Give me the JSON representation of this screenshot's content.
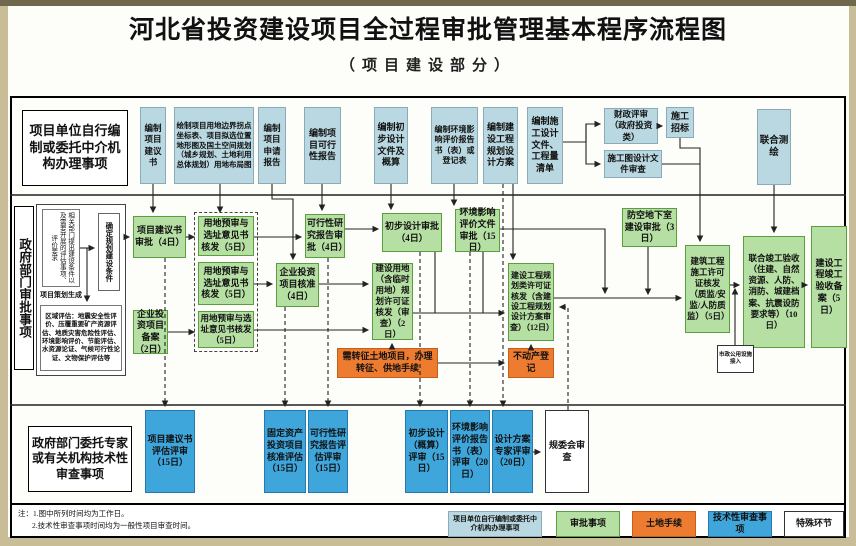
{
  "title": "河北省投资建设项目全过程审批管理基本程序流程图",
  "subtitle": "（项目建设部分）",
  "lanes": {
    "unit": "项目单位自行编制或委托中介机构办理事项",
    "gov": "政府部门审批事项",
    "tech": "政府部门委托专家或有关机构技术性审查事项"
  },
  "prepare": {
    "proposal": "编制项目建议书",
    "boundary": "绘制项目用地边界拐点坐标表、项目拟选位置地形图及国土空间规划（城乡规划、土地利用总体规划）用地布局图",
    "application": "编制项目申请报告",
    "feasibility": "编制项目可行性报告",
    "preliminary": "编制初步设计文件及概算",
    "eia": "编制环境影响评价报告书（表）或登记表",
    "scheme": "编制建设工程规划设计方案",
    "construction_docs": "编制施工设计文件、工程量清单",
    "finance_review": "财政评审（政府投资类）",
    "bidding": "施工招标",
    "drawing_review": "施工图设计文件审查",
    "joint_survey": "联合测绘"
  },
  "planning": {
    "stage_label": "项目策划生成",
    "conditions": "相关部门提出建设条件以及需要开展的评估事项、评价要求",
    "confirm": "确定规划建设条件",
    "regional": "区域评估：地震安全性评价、压覆重要矿产资源评估、地质灾害危险性评估、环境影响评价、节能评估、水资源论证、气候可行性论证、文物保护评估等"
  },
  "approval": {
    "proposal": "项目建议书审批（4日）",
    "pre1": "用地预审与选址意见书核发（5日）",
    "pre2": "用地预审与选址意见书核发（5日）",
    "pre3": "用地预审与选址意见书核发（5日）",
    "feasibility": "可行性研究报告审批（4日）",
    "check": "企业投资项目核准（4日）",
    "record": "企业投资项目备案（2日）",
    "preliminary": "初步设计审批（4日）",
    "eia": "环境影响评价文件审批（15日）",
    "land_permit": "建设用地（含临时用地）规划许可证核发（审查）（2日）",
    "plan_permit": "建设工程规划类许可证核发（含建设工程规划设计方案审查）（12日）",
    "air_defense": "防空地下室建设审批（3日）",
    "construction_permit": "建筑工程施工许可证核发（质监/安监/人防质监）（5日）",
    "joint_acceptance": "联合竣工验收（住建、自然资源、人防、消防、城建档案、抗震设防要求等）（10日）",
    "completion_record": "建设工程竣工验收备案（5日）"
  },
  "land": {
    "transfer": "需转征土地项目，办理转征、供地手续",
    "registration": "不动产登记"
  },
  "special": {
    "utility": "市政公用设施接入",
    "committee": "规委会审查"
  },
  "review": {
    "proposal": "项目建议书评估评审（15日）",
    "approval_eval": "固定资产投资项目核准评估（15日）",
    "feasibility": "可行性研究报告评估评审（15日）",
    "preliminary": "初步设计（概算）评审（15日）",
    "eia": "环境影响评价报告书（表）评审（20日）",
    "scheme": "设计方案专家评审（20日）"
  },
  "notes": {
    "line1": "注：1.图中所列时间均为工作日。",
    "line2": "2.技术性审查事项时间均为一般性项目审查时间。"
  },
  "legend": {
    "unit": {
      "label": "项目单位自行编制或委托中介机构办理事项",
      "color": "#bad8e1"
    },
    "approval": {
      "label": "审批事项",
      "color": "#b6e0a3"
    },
    "land": {
      "label": "土地手续",
      "color": "#ed7c31"
    },
    "tech": {
      "label": "技术性审查事项",
      "color": "#3fa6dc"
    },
    "special": {
      "label": "特殊环节",
      "color": "#ffffff"
    }
  }
}
